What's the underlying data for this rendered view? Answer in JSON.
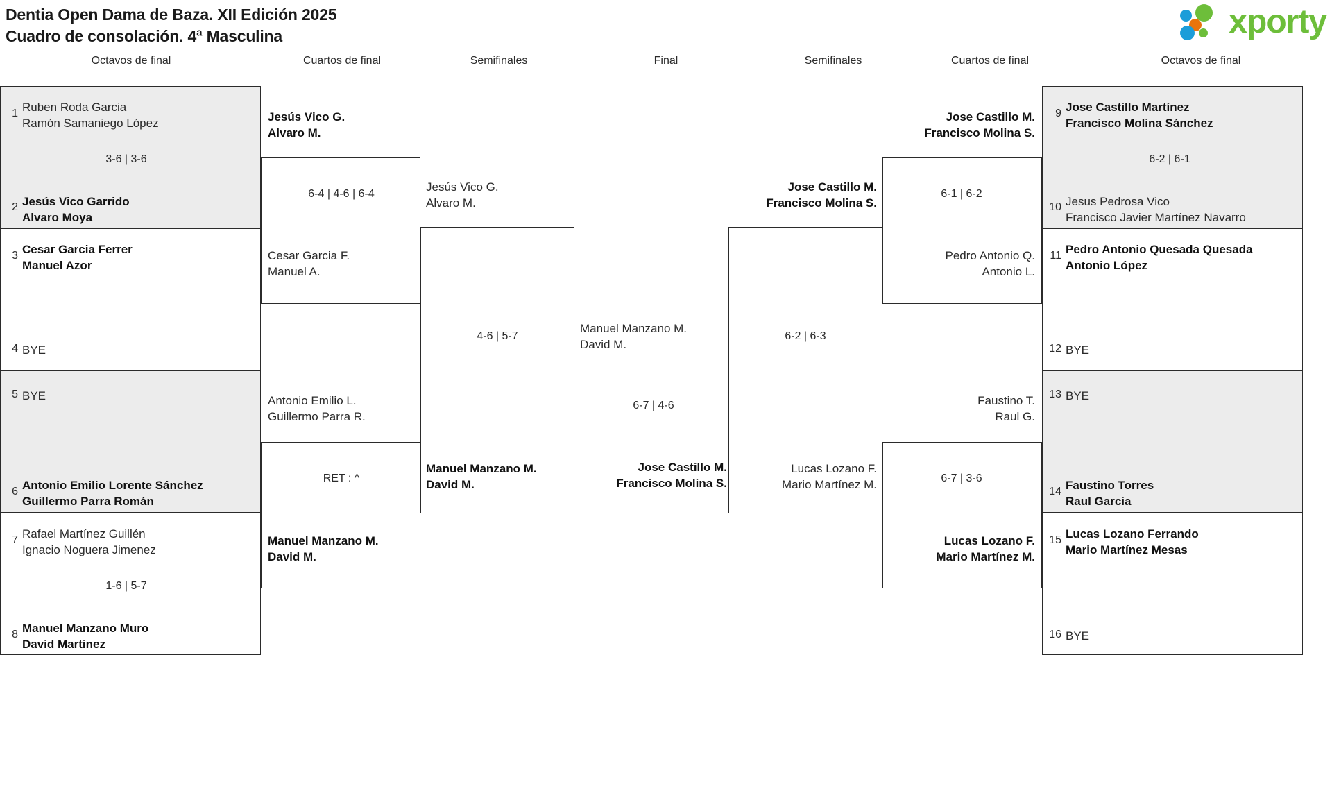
{
  "header": {
    "title_line1": "Dentia Open Dama de Baza. XII Edición 2025",
    "title_line2": "Cuadro de consolación. 4ª Masculina",
    "logo_text": "xporty",
    "logo_colors": {
      "blue": "#1b9dd9",
      "green": "#6dbe3a",
      "orange": "#e8740c"
    }
  },
  "round_headers": {
    "left_r16": "Octavos de final",
    "left_qf": "Cuartos de final",
    "left_sf": "Semifinales",
    "final": "Final",
    "right_sf": "Semifinales",
    "right_qf": "Cuartos de final",
    "right_r16": "Octavos de final"
  },
  "chart_data": {
    "type": "bracket",
    "title": "Cuadro de consolación. 4ª Masculina",
    "rounds": [
      "Octavos de final",
      "Cuartos de final",
      "Semifinales",
      "Final"
    ]
  },
  "left_r16": [
    {
      "seed_a": "1",
      "a_l1": "Ruben Roda Garcia",
      "a_l2": "Ramón Samaniego López",
      "a_win": false,
      "score": "3-6 | 3-6",
      "seed_b": "2",
      "b_l1": "Jesús Vico Garrido",
      "b_l2": "Alvaro Moya",
      "b_win": true
    },
    {
      "seed_a": "3",
      "a_l1": "Cesar Garcia Ferrer",
      "a_l2": "Manuel Azor",
      "a_win": true,
      "score": "",
      "seed_b": "4",
      "b_l1": "BYE",
      "b_l2": "",
      "b_win": false
    },
    {
      "seed_a": "5",
      "a_l1": "BYE",
      "a_l2": "",
      "a_win": false,
      "score": "",
      "seed_b": "6",
      "b_l1": "Antonio Emilio Lorente Sánchez",
      "b_l2": "Guillermo Parra Román",
      "b_win": true
    },
    {
      "seed_a": "7",
      "a_l1": "Rafael Martínez Guillén",
      "a_l2": "Ignacio Noguera Jimenez",
      "a_win": false,
      "score": "1-6 | 5-7",
      "seed_b": "8",
      "b_l1": "Manuel Manzano Muro",
      "b_l2": "David Martinez",
      "b_win": true
    }
  ],
  "right_r16": [
    {
      "seed_a": "9",
      "a_l1": "Jose Castillo Martínez",
      "a_l2": "Francisco Molina Sánchez",
      "a_win": true,
      "score": "6-2 | 6-1",
      "seed_b": "10",
      "b_l1": "Jesus Pedrosa Vico",
      "b_l2": "Francisco Javier Martínez Navarro",
      "b_win": false
    },
    {
      "seed_a": "11",
      "a_l1": "Pedro Antonio Quesada Quesada",
      "a_l2": "Antonio López",
      "a_win": true,
      "score": "",
      "seed_b": "12",
      "b_l1": "BYE",
      "b_l2": "",
      "b_win": false
    },
    {
      "seed_a": "13",
      "a_l1": "BYE",
      "a_l2": "",
      "a_win": false,
      "score": "",
      "seed_b": "14",
      "b_l1": "Faustino Torres",
      "b_l2": "Raul Garcia",
      "b_win": true
    },
    {
      "seed_a": "15",
      "a_l1": "Lucas Lozano Ferrando",
      "a_l2": "Mario Martínez Mesas",
      "a_win": true,
      "score": "",
      "seed_b": "16",
      "b_l1": "BYE",
      "b_l2": "",
      "b_win": false
    }
  ],
  "left_qf": [
    {
      "a_l1": "Jesús Vico G.",
      "a_l2": "Alvaro M.",
      "a_win": true,
      "score": "6-4 | 4-6 | 6-4",
      "b_l1": "Cesar Garcia F.",
      "b_l2": "Manuel A.",
      "b_win": false
    },
    {
      "a_l1": "Antonio Emilio L.",
      "a_l2": "Guillermo Parra R.",
      "a_win": false,
      "score": "RET : ^",
      "b_l1": "Manuel Manzano M.",
      "b_l2": "David M.",
      "b_win": true
    }
  ],
  "right_qf": [
    {
      "a_l1": "Jose Castillo M.",
      "a_l2": "Francisco Molina S.",
      "a_win": true,
      "score": "6-1 | 6-2",
      "b_l1": "Pedro Antonio Q.",
      "b_l2": "Antonio L.",
      "b_win": false
    },
    {
      "a_l1": "Faustino T.",
      "a_l2": "Raul G.",
      "a_win": false,
      "score": "6-7 | 3-6",
      "b_l1": "Lucas Lozano F.",
      "b_l2": "Mario Martínez M.",
      "b_win": true
    }
  ],
  "left_sf": {
    "a_l1": "Jesús Vico G.",
    "a_l2": "Alvaro M.",
    "a_win": false,
    "score": "4-6 | 5-7",
    "b_l1": "Manuel Manzano M.",
    "b_l2": "David M.",
    "b_win": true
  },
  "right_sf": {
    "a_l1": "Jose Castillo M.",
    "a_l2": "Francisco Molina S.",
    "a_win": true,
    "score": "6-2 | 6-3",
    "b_l1": "Lucas Lozano F.",
    "b_l2": "Mario Martínez M.",
    "b_win": false
  },
  "final": {
    "a_l1": "Manuel Manzano M.",
    "a_l2": "David M.",
    "a_win": false,
    "score": "6-7 | 4-6",
    "b_l1": "Jose Castillo M.",
    "b_l2": "Francisco Molina S.",
    "b_win": true
  }
}
